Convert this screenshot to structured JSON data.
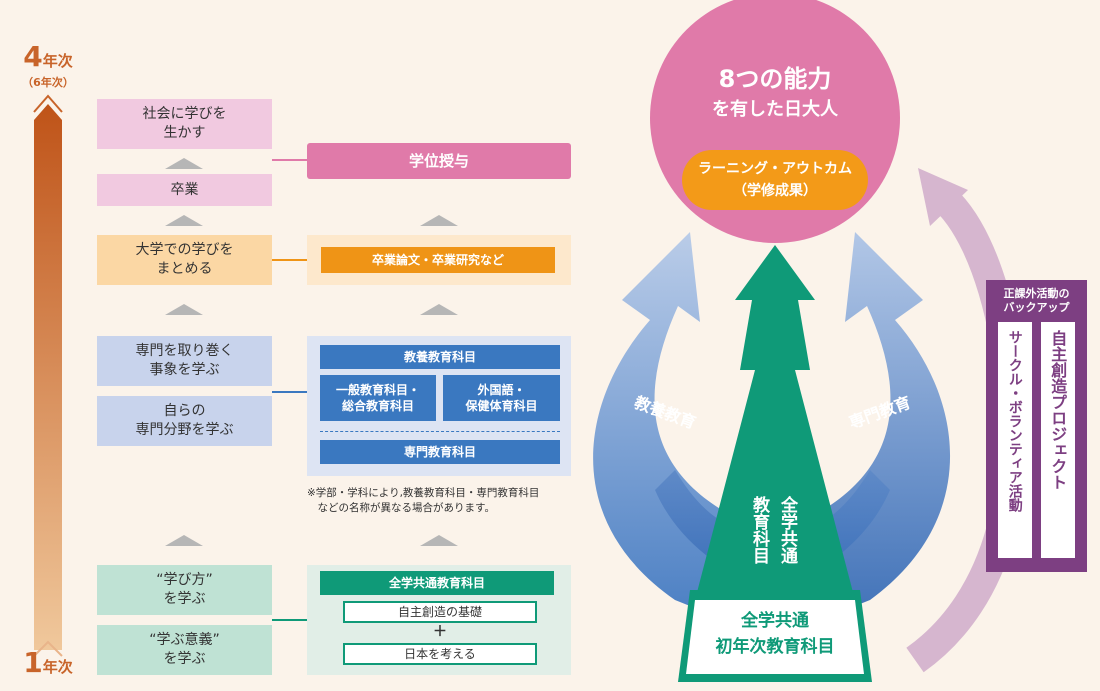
{
  "scale": {
    "top_number": "4",
    "top_unit": "年次",
    "top_sub": "（6年次）",
    "bottom_number": "1",
    "bottom_unit": "年次"
  },
  "stages": {
    "apply": "社会に学びを\n生かす",
    "graduation": "卒業",
    "summarize": "大学での学びを\nまとめる",
    "around": "専門を取り巻く\n事象を学ぶ",
    "field": "自らの\n専門分野を学ぶ",
    "how": "“学び方”\nを学ぶ",
    "meaning": "“学ぶ意義”\nを学ぶ"
  },
  "curriculum": {
    "degree": "学位授与",
    "thesis": "卒業論文・卒業研究など",
    "liberal_header": "教養教育科目",
    "general": "一般教育科目・\n総合教育科目",
    "foreign": "外国語・\n保健体育科目",
    "specialized": "専門教育科目",
    "note": "※学部・学科により,教養教育科目・専門教育科目\n　などの名称が異なる場合があります。",
    "common_header": "全学共通教育科目",
    "foundation": "自主創造の基礎",
    "plus": "＋",
    "japan": "日本を考える"
  },
  "diagram": {
    "goal_line1": "8つの能力",
    "goal_line2": "を有した日大人",
    "outcome_line1": "ラーニング・アウトカム",
    "outcome_line2": "（学修成果）",
    "liberal_arrow": "教養教育",
    "special_arrow": "専門教育",
    "center_col1": "全学共通",
    "center_col2": "教育科目",
    "base_line1": "全学共通",
    "base_line2": "初年次教育科目",
    "backup_title": "正課外活動の\nバックアップ",
    "backup_col1": "自主創造プロジェクト",
    "backup_col2": "サークル・ボランティア活動"
  },
  "colors": {
    "pink": "#e07aa9",
    "orange": "#ef9416",
    "blue": "#3a78c0",
    "green": "#0f9a78",
    "purple": "#7d3f82",
    "scale": "#c8642a"
  }
}
